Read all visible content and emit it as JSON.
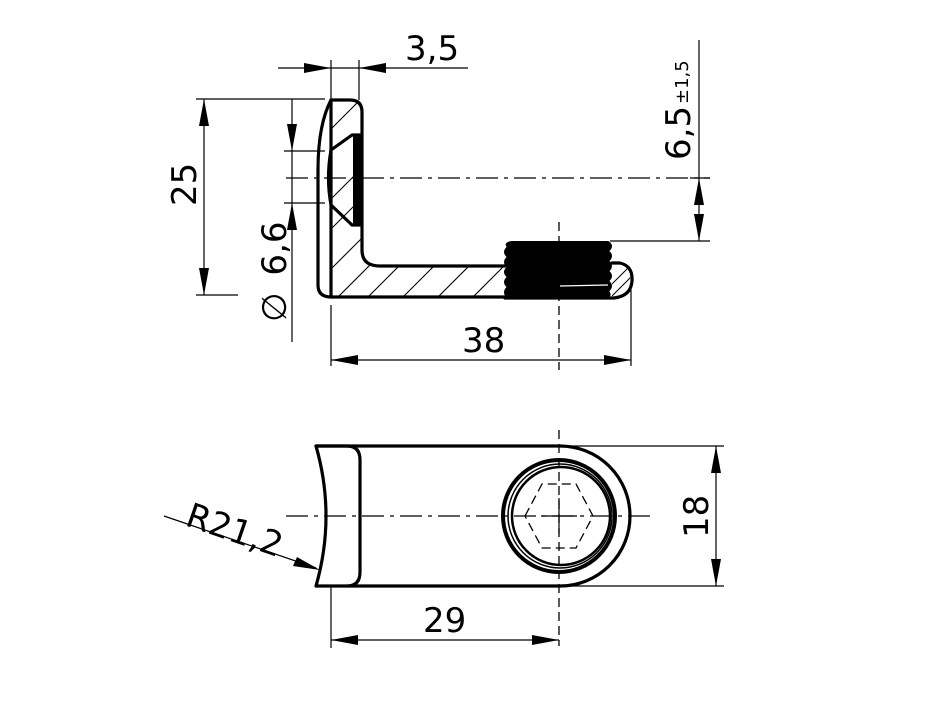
{
  "drawing": {
    "title": "L-shaped bracket with threaded stud",
    "stroke_color": "#000000",
    "background": "#ffffff"
  },
  "side_view": {
    "dimensions": {
      "thickness": "3,5",
      "height": "25",
      "hole_diameter_symbol": "∅",
      "hole_diameter": "6,6",
      "length": "38",
      "stud_offset": "6,5",
      "stud_offset_tolerance": "±1,5"
    }
  },
  "top_view": {
    "dimensions": {
      "radius": "R21,2",
      "hole_center_distance": "29",
      "width": "18"
    }
  }
}
